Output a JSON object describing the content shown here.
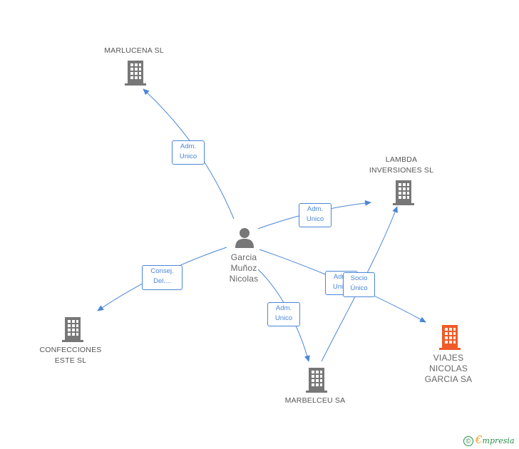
{
  "colors": {
    "edge": "#4a86d8",
    "building": "#777777",
    "highlight": "#f05a28",
    "person": "#777777"
  },
  "nodes": {
    "marlucena": {
      "label": "MARLUCENA SL"
    },
    "lambda": {
      "label_1": "LAMBDA",
      "label_2": "INVERSIONES SL"
    },
    "person": {
      "label_1": "Garcia",
      "label_2": "Muñoz",
      "label_3": "Nicolas"
    },
    "confecciones": {
      "label_1": "CONFECCIONES",
      "label_2": "ESTE SL"
    },
    "marbelceu": {
      "label": "MARBELCEU SA"
    },
    "viajes": {
      "label_1": "VIAJES",
      "label_2": "NICOLAS",
      "label_3": "GARCIA SA"
    }
  },
  "edges": {
    "to_marlucena": {
      "line_1": "Adm.",
      "line_2": "Unico"
    },
    "to_lambda": {
      "line_1": "Adm.",
      "line_2": "Unico"
    },
    "to_confecciones": {
      "line_1": "Consej.",
      "line_2": "Del...."
    },
    "to_marbelceu": {
      "line_1": "Adm.",
      "line_2": "Unico"
    },
    "to_viajes": {
      "line_1": "Adm.",
      "line_2": "Unico"
    },
    "marbelceu_to_lambda": {
      "line_1": "Socio",
      "line_2": "Único"
    }
  },
  "brand": {
    "copyright": "©",
    "e": "€",
    "rest": "mpresia"
  }
}
